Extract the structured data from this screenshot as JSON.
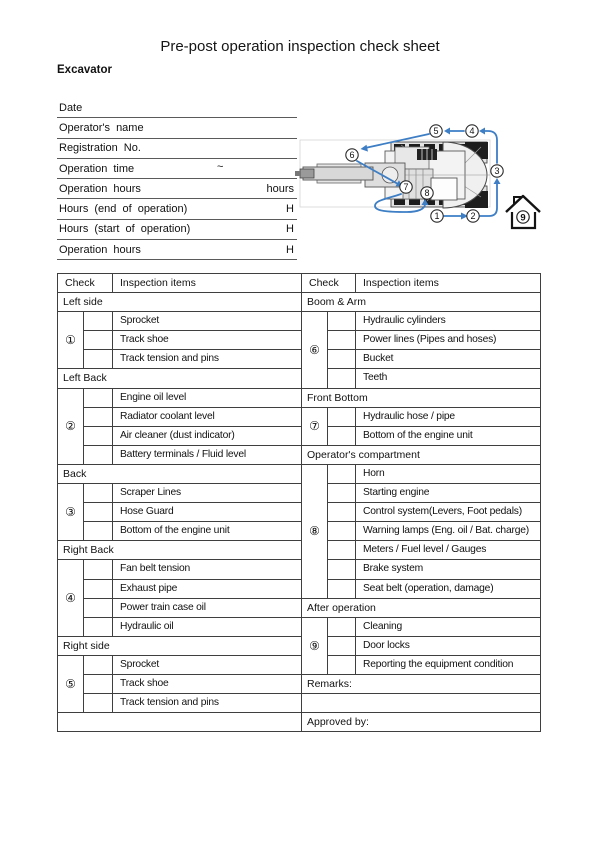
{
  "page": {
    "title": "Pre-post operation inspection check sheet",
    "machine_type": "Excavator"
  },
  "form": {
    "rows": [
      {
        "label": "Date",
        "suffix": ""
      },
      {
        "label": "Operator's name",
        "suffix": ""
      },
      {
        "label": "Registration No.",
        "suffix": ""
      },
      {
        "label": "Operation time",
        "mid": "~",
        "suffix": ""
      },
      {
        "label": "Operation hours",
        "suffix": "hours"
      },
      {
        "label": "Hours (end of operation)",
        "suffix": "H"
      },
      {
        "label": "Hours (start of operation)",
        "suffix": "H"
      },
      {
        "label": "Operation hours",
        "suffix": "H"
      }
    ]
  },
  "diagram": {
    "markers": [
      "1",
      "2",
      "3",
      "4",
      "5",
      "6",
      "7",
      "8"
    ],
    "house_marker": "9",
    "route_color": "#3d7ec5"
  },
  "table": {
    "check_label": "Check",
    "items_label": "Inspection items",
    "remarks_label": "Remarks:",
    "approved_label": "Approved by:",
    "left": {
      "sections": [
        {
          "title": "Left side",
          "number": "①",
          "items": [
            "Sprocket",
            "Track shoe",
            "Track tension and pins"
          ]
        },
        {
          "title": "Left Back",
          "number": "②",
          "items": [
            "Engine oil level",
            "Radiator coolant level",
            "Air cleaner (dust indicator)",
            "Battery terminals / Fluid level"
          ]
        },
        {
          "title": "Back",
          "number": "③",
          "items": [
            "Scraper Lines",
            "Hose Guard",
            "Bottom of the engine unit"
          ]
        },
        {
          "title": "Right Back",
          "number": "④",
          "items": [
            "Fan belt tension",
            "Exhaust pipe",
            "Power train case oil",
            "Hydraulic oil"
          ]
        },
        {
          "title": "Right side",
          "number": "⑤",
          "items": [
            "Sprocket",
            "Track shoe",
            "Track tension and pins"
          ]
        }
      ]
    },
    "right": {
      "sections": [
        {
          "title": "Boom & Arm",
          "number": "⑥",
          "items": [
            "Hydraulic cylinders",
            "Power lines (Pipes and hoses)",
            "Bucket",
            "Teeth"
          ]
        },
        {
          "title": "Front Bottom",
          "number": "⑦",
          "items": [
            "Hydraulic hose / pipe",
            "Bottom of the engine unit"
          ]
        },
        {
          "title": "Operator's compartment",
          "number": "⑧",
          "items": [
            "Horn",
            "Starting engine",
            "Control system(Levers, Foot pedals)",
            "Warning lamps (Eng. oil / Bat. charge)",
            "Meters / Fuel level / Gauges",
            "Brake system",
            "Seat belt (operation, damage)"
          ]
        },
        {
          "title": "After operation",
          "number": "⑨",
          "items": [
            "Cleaning",
            "Door locks",
            "Reporting the equipment condition"
          ]
        }
      ]
    }
  }
}
